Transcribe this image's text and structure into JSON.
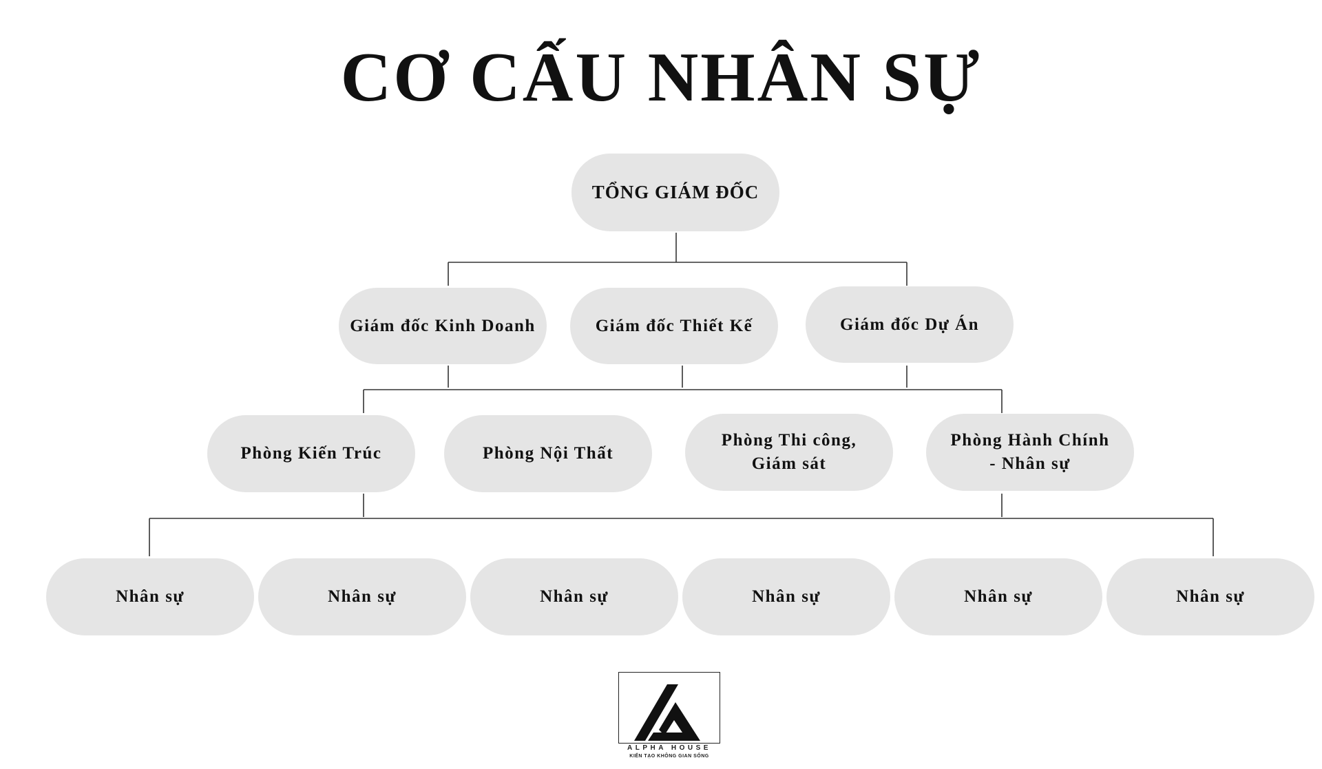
{
  "title": "CƠ CẤU NHÂN SỰ",
  "org_chart": {
    "ceo": "TỔNG GIÁM ĐỐC",
    "directors": [
      "Giám đốc Kinh Doanh",
      "Giám đốc Thiết Kế",
      "Giám đốc Dự Án"
    ],
    "departments": [
      "Phòng Kiến Trúc",
      "Phòng Nội Thất",
      "Phòng Thi công,\nGiám sát",
      "Phòng Hành Chính\n- Nhân sự"
    ],
    "staff": [
      "Nhân sự",
      "Nhân sự",
      "Nhân sự",
      "Nhân sự",
      "Nhân sự",
      "Nhân sự"
    ]
  },
  "logo": {
    "name": "ALPHA HOUSE",
    "tagline": "KIẾN TẠO KHÔNG GIAN SỐNG"
  },
  "colors": {
    "node_fill": "#e5e5e5",
    "connector": "#333333",
    "text": "#111111"
  }
}
